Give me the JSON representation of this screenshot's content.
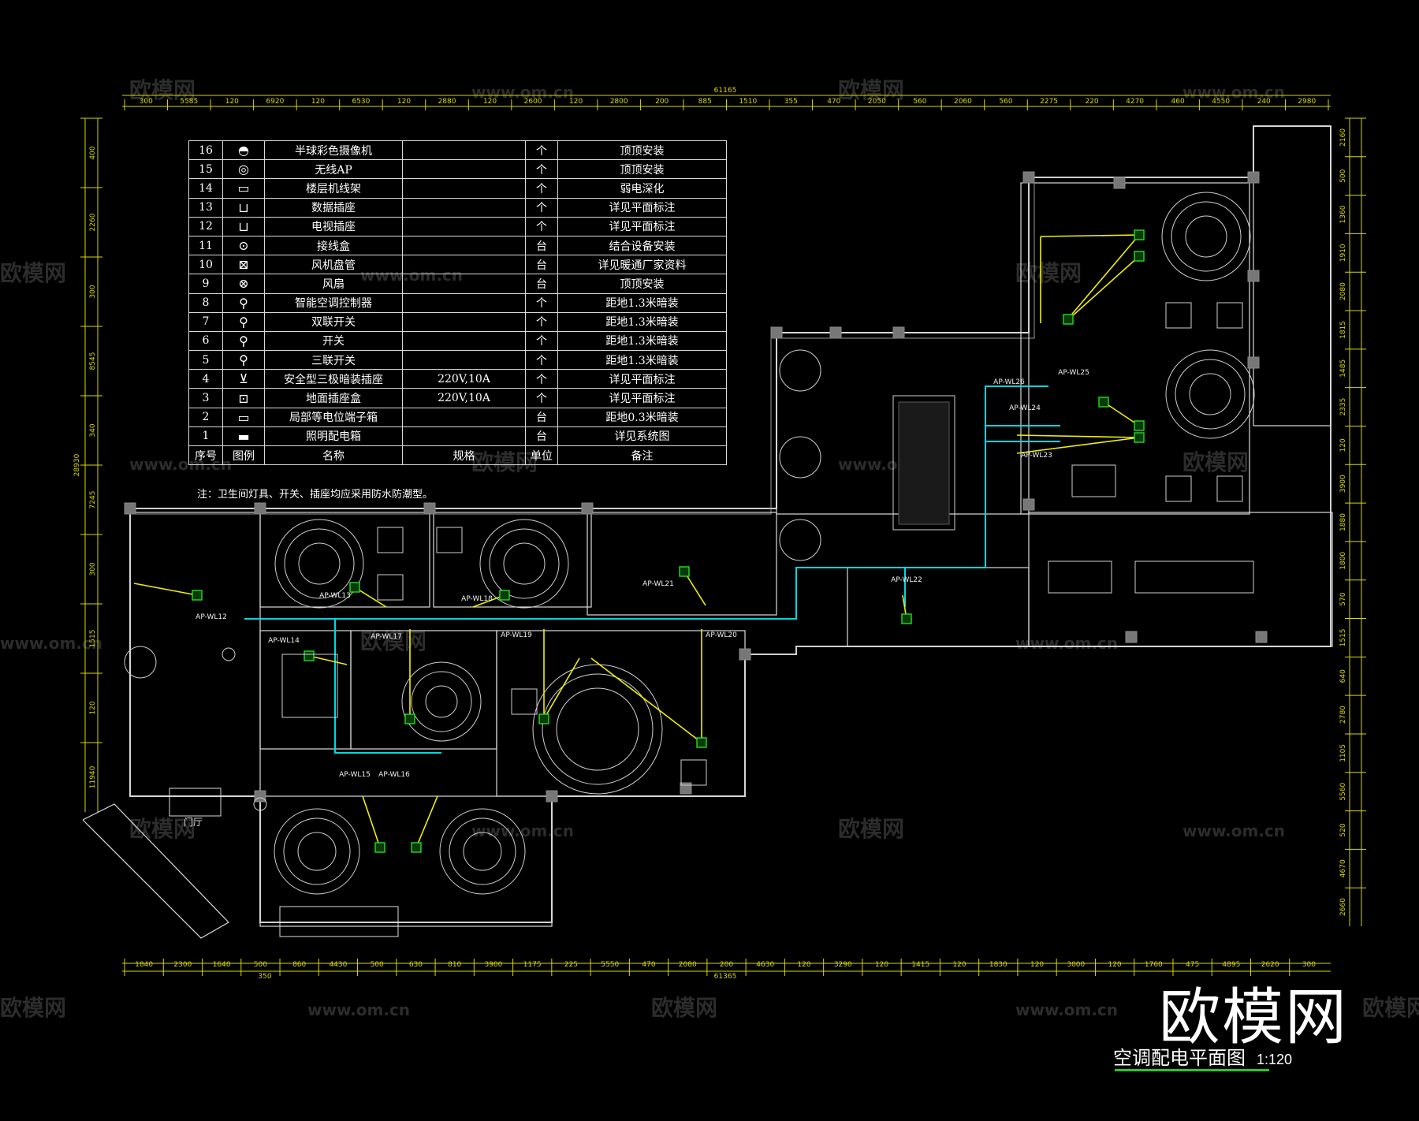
{
  "watermarks": {
    "logo_text": "欧模网",
    "url_text": "www.om.cn"
  },
  "brand": "欧模网",
  "title": {
    "text": "空调配电平面图",
    "scale": "1:120"
  },
  "legend": {
    "headers": [
      "序号",
      "图例",
      "名称",
      "规格",
      "单位",
      "备注"
    ],
    "rows": [
      {
        "no": "16",
        "icon": "dome-camera-icon",
        "name": "半球彩色摄像机",
        "spec": "",
        "unit": "个",
        "note": "顶顶安装"
      },
      {
        "no": "15",
        "icon": "wireless-ap-icon",
        "name": "无线AP",
        "spec": "",
        "unit": "个",
        "note": "顶顶安装"
      },
      {
        "no": "14",
        "icon": "floor-rack-icon",
        "name": "楼层机线架",
        "spec": "",
        "unit": "个",
        "note": "弱电深化"
      },
      {
        "no": "13",
        "icon": "data-socket-icon",
        "name": "数据插座",
        "spec": "",
        "unit": "个",
        "note": "详见平面标注"
      },
      {
        "no": "12",
        "icon": "tv-socket-icon",
        "name": "电视插座",
        "spec": "",
        "unit": "个",
        "note": "详见平面标注"
      },
      {
        "no": "11",
        "icon": "junction-box-icon",
        "name": "接线盒",
        "spec": "",
        "unit": "台",
        "note": "结合设备安装"
      },
      {
        "no": "10",
        "icon": "fan-coil-icon",
        "name": "风机盘管",
        "spec": "",
        "unit": "台",
        "note": "详见暖通厂家资料"
      },
      {
        "no": "9",
        "icon": "fan-icon",
        "name": "风扇",
        "spec": "",
        "unit": "台",
        "note": "顶顶安装"
      },
      {
        "no": "8",
        "icon": "ac-controller-icon",
        "name": "智能空调控制器",
        "spec": "",
        "unit": "个",
        "note": "距地1.3米暗装"
      },
      {
        "no": "7",
        "icon": "double-switch-icon",
        "name": "双联开关",
        "spec": "",
        "unit": "个",
        "note": "距地1.3米暗装"
      },
      {
        "no": "6",
        "icon": "switch-icon",
        "name": "开关",
        "spec": "",
        "unit": "个",
        "note": "距地1.3米暗装"
      },
      {
        "no": "5",
        "icon": "triple-switch-icon",
        "name": "三联开关",
        "spec": "",
        "unit": "个",
        "note": "距地1.3米暗装"
      },
      {
        "no": "4",
        "icon": "safety-socket-icon",
        "name": "安全型三极暗装插座",
        "spec": "220V,10A",
        "unit": "个",
        "note": "详见平面标注"
      },
      {
        "no": "3",
        "icon": "floor-socket-icon",
        "name": "地面插座盒",
        "spec": "220V,10A",
        "unit": "个",
        "note": "详见平面标注"
      },
      {
        "no": "2",
        "icon": "equipotential-box-icon",
        "name": "局部等电位端子箱",
        "spec": "",
        "unit": "台",
        "note": "距地0.3米暗装"
      },
      {
        "no": "1",
        "icon": "lighting-panel-icon",
        "name": "照明配电箱",
        "spec": "",
        "unit": "台",
        "note": "详见系统图"
      }
    ],
    "note": "注：卫生间灯具、开关、插座均应采用防水防潮型。"
  },
  "dimensions": {
    "top_total": "61165",
    "top": [
      "300",
      "5585",
      "120",
      "6920",
      "120",
      "6530",
      "120",
      "2880",
      "120",
      "2600",
      "120",
      "2800",
      "200",
      "885",
      "1510",
      "355",
      "470",
      "2050",
      "560",
      "2060",
      "560",
      "2275",
      "220",
      "4270",
      "460",
      "4550",
      "240",
      "2980"
    ],
    "bottom_total": "61365",
    "bottom_sub": "350",
    "bottom": [
      "1840",
      "2300",
      "1640",
      "500",
      "860",
      "4430",
      "500",
      "630",
      "810",
      "3900",
      "1175",
      "225",
      "5550",
      "470",
      "2080",
      "200",
      "4630",
      "120",
      "3290",
      "120",
      "1415",
      "120",
      "1830",
      "120",
      "3000",
      "120",
      "1760",
      "475",
      "4895",
      "2620",
      "300"
    ],
    "left_total": "28930",
    "left": [
      "400",
      "2260",
      "300",
      "8545",
      "340",
      "7245",
      "300",
      "1515",
      "120",
      "11940"
    ],
    "right": [
      "2160",
      "500",
      "1360",
      "1910",
      "2080",
      "1815",
      "1485",
      "2335",
      "120",
      "3900",
      "1880",
      "1800",
      "570",
      "1515",
      "640",
      "2780",
      "1105",
      "5560",
      "520",
      "4670",
      "2660"
    ]
  },
  "circuits": [
    "AP-WL12",
    "AP-WL13",
    "AP-WL18",
    "AP-WL21",
    "AP-WL14",
    "AP-WL17",
    "AP-WL19",
    "AP-WL20",
    "AP-WL15",
    "AP-WL16",
    "AP-WL22",
    "AP-WL23",
    "AP-WL24",
    "AP-WL25",
    "AP-WL26"
  ],
  "room_labels": {
    "lobby": "门厅"
  },
  "colors": {
    "background": "#000000",
    "wall": "#e6e6e6",
    "dimension": "#e8e800",
    "cable": "#00d8e0",
    "wiring": "#f0f000",
    "fan_coil": "#22dd22",
    "title_underline": "#22cc22"
  }
}
